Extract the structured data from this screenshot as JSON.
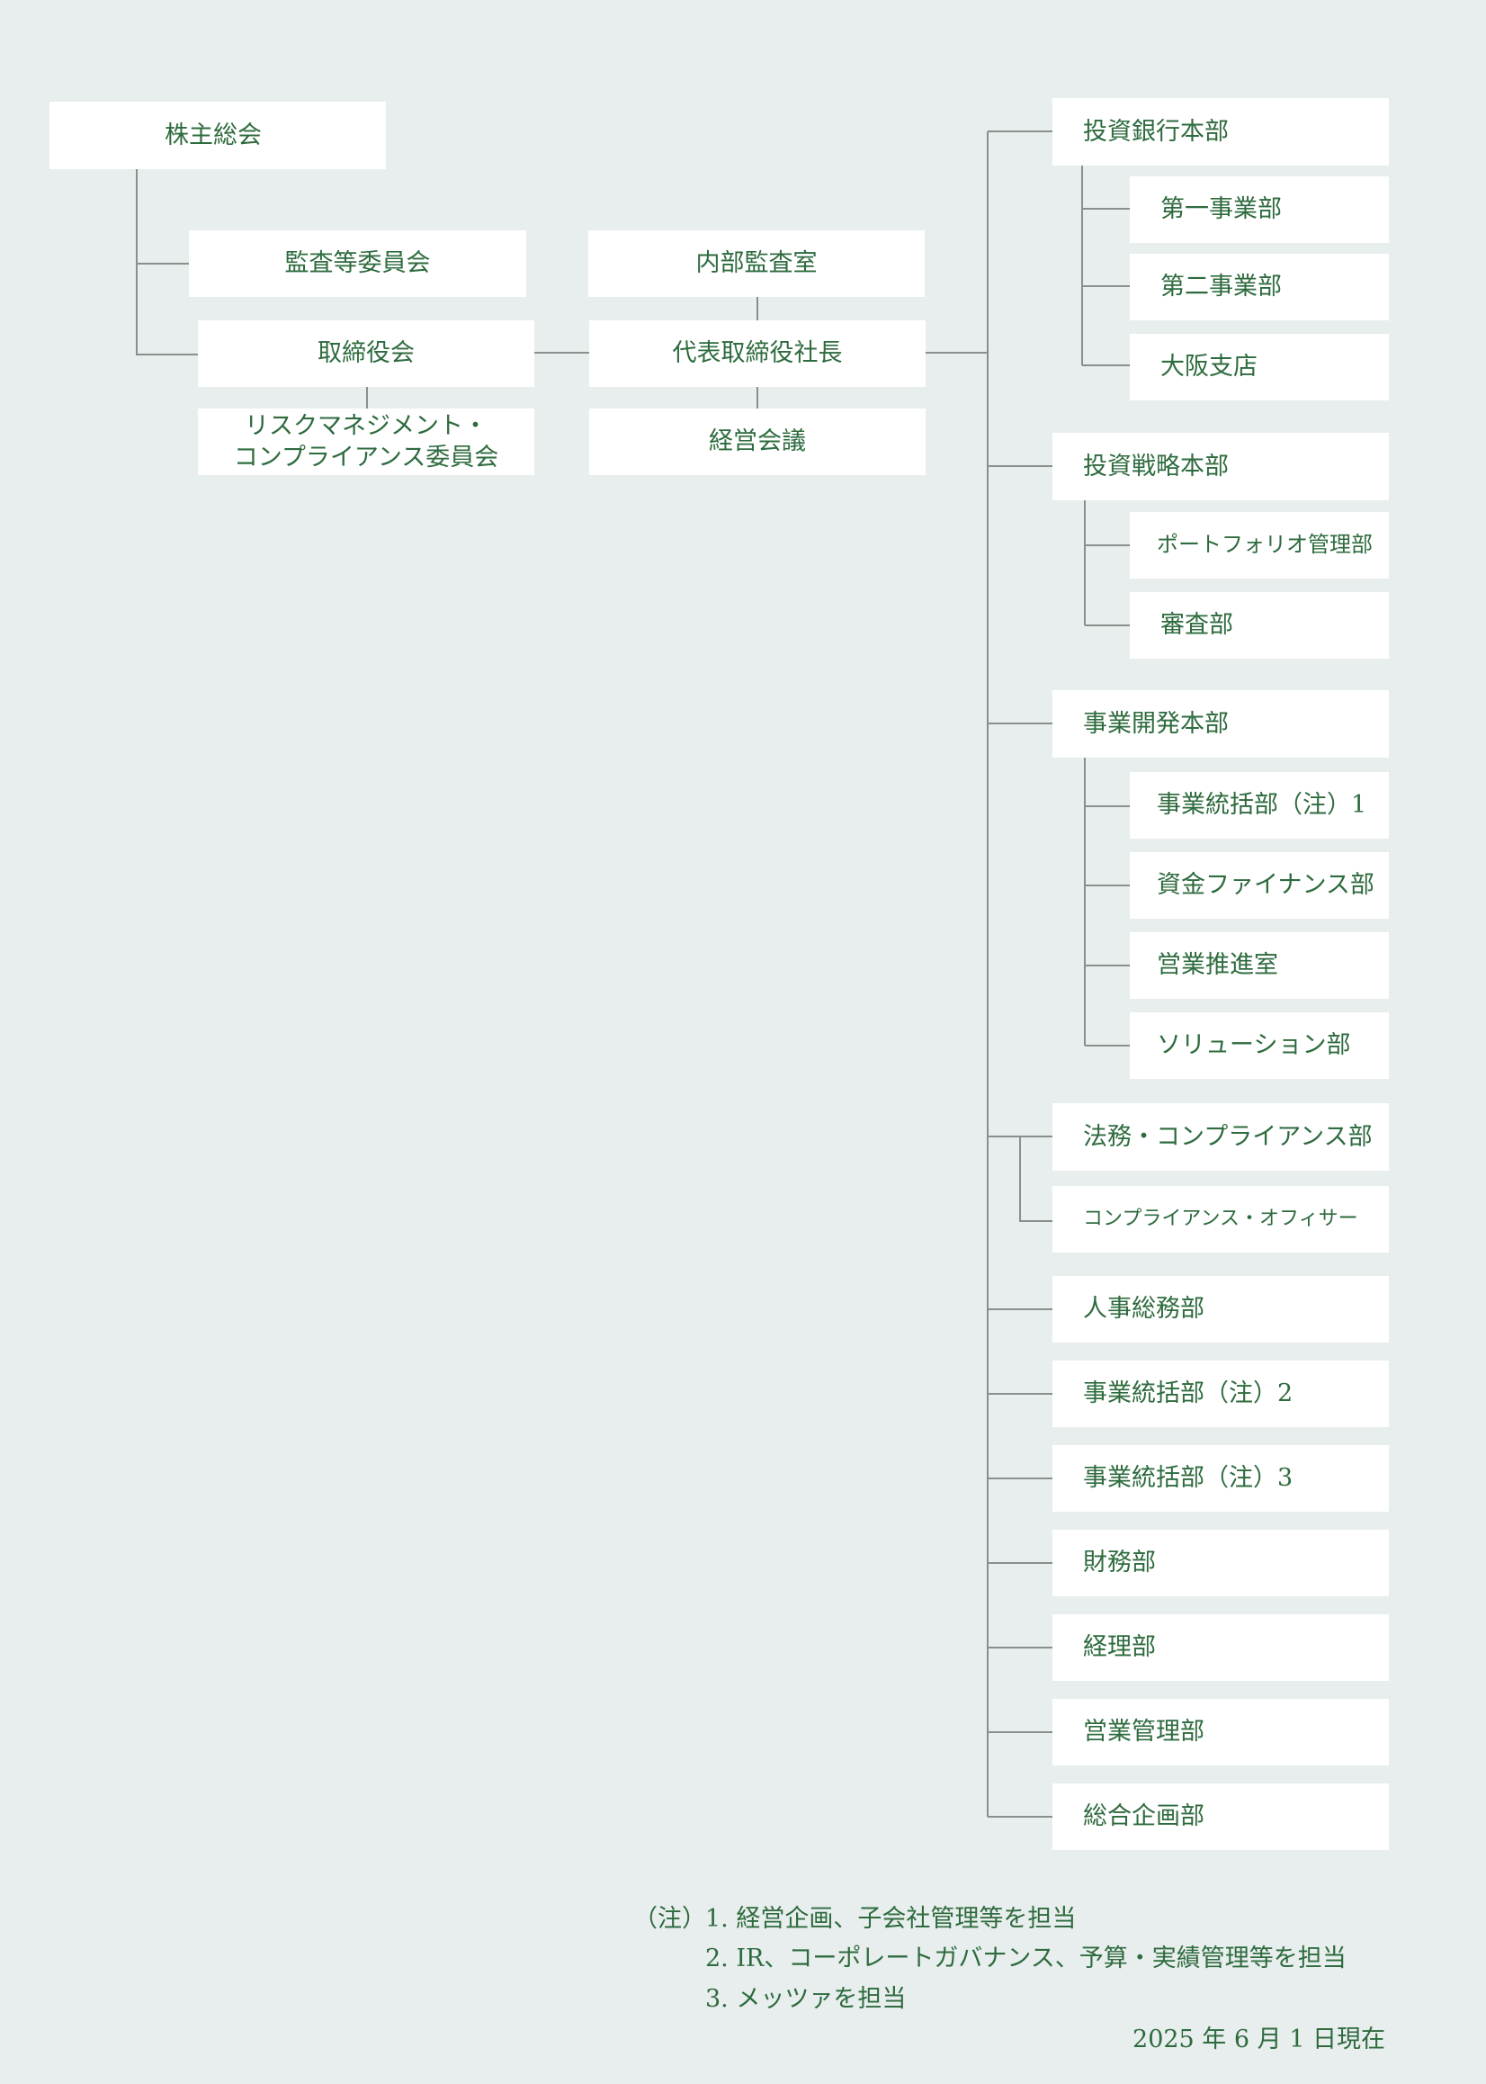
{
  "governance": {
    "shareholders": "株主総会",
    "audit_committee": "監査等委員会",
    "board": "取締役会",
    "risk_committee_line1": "リスクマネジメント・",
    "risk_committee_line2": "コンプライアンス委員会",
    "internal_audit": "内部監査室",
    "president": "代表取締役社長",
    "management_meeting": "経営会議"
  },
  "divisions": {
    "ib_hq": "投資銀行本部",
    "ib_dept1": "第一事業部",
    "ib_dept2": "第二事業部",
    "ib_osaka": "大阪支店",
    "is_hq": "投資戦略本部",
    "is_portfolio": "ポートフォリオ管理部",
    "is_review": "審査部",
    "bd_hq": "事業開発本部",
    "bd_integration1": "事業統括部（注）1",
    "bd_finance": "資金ファイナンス部",
    "bd_sales_promo": "営業推進室",
    "bd_solution": "ソリューション部",
    "legal": "法務・コンプライアンス部",
    "compliance_officer": "コンプライアンス・オフィサー",
    "hr": "人事総務部",
    "integration2": "事業統括部（注）2",
    "integration3": "事業統括部（注）3",
    "finance": "財務部",
    "accounting": "経理部",
    "sales_mgmt": "営業管理部",
    "planning": "総合企画部"
  },
  "notes": {
    "label": "（注）",
    "note1": "1. 経営企画、子会社管理等を担当",
    "note2": "2. IR、コーポレートガバナンス、予算・実績管理等を担当",
    "note3": "3. メッツァを担当",
    "date": "2025 年 6 月 1 日現在"
  },
  "colors": {
    "background": "#e8eeed",
    "box": "#ffffff",
    "text": "#2e6b3e",
    "connector": "#8a8f8d"
  }
}
